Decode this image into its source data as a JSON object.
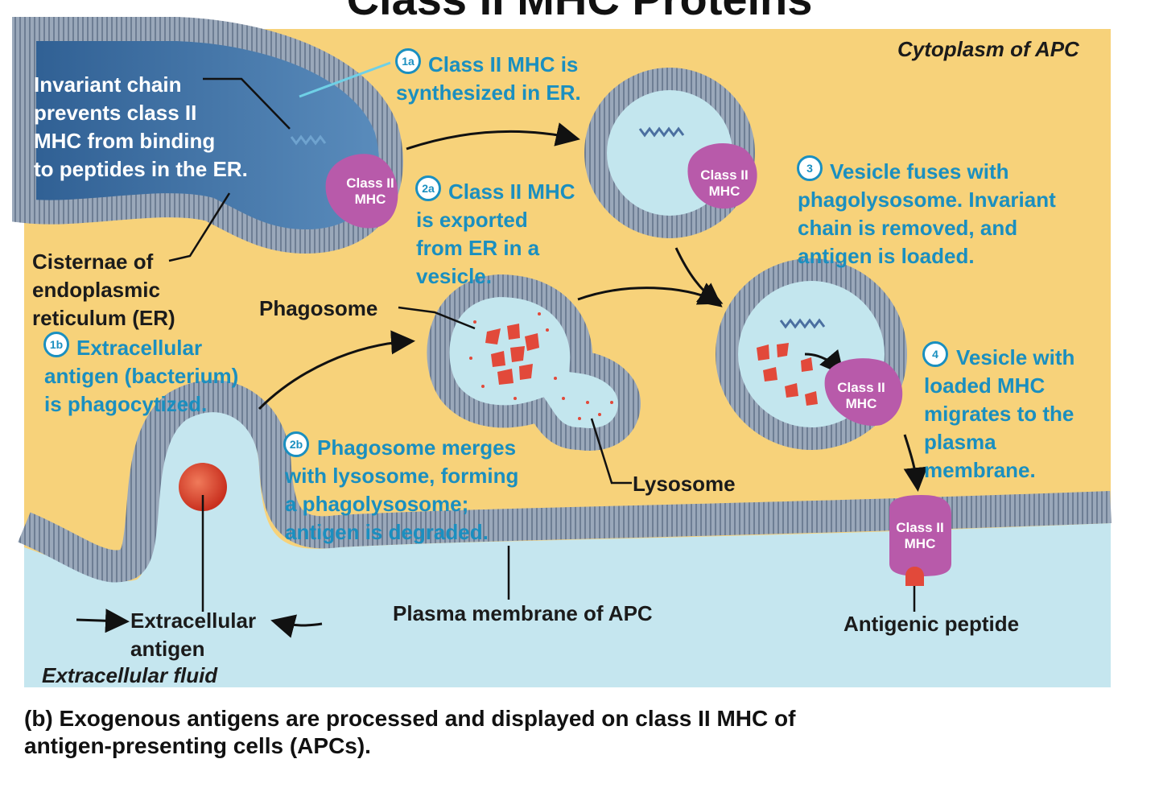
{
  "title": "Class II MHC Proteins",
  "cytoplasm_label": "Cytoplasm of APC",
  "extracellular_fluid_label": "Extracellular fluid",
  "invariant_chain_text": "Invariant chain\nprevents class II\nMHC from binding\nto peptides in the ER.",
  "er_label": "Cisternae of\nendoplasmic\nreticulum (ER)",
  "phagosome_label": "Phagosome",
  "lysosome_label": "Lysosome",
  "extracellular_antigen_label": "Extracellular\nantigen",
  "plasma_membrane_label": "Plasma membrane of APC",
  "antigenic_peptide_label": "Antigenic peptide",
  "mhc_label": "Class II\nMHC",
  "steps": [
    {
      "badge": "1a",
      "text": "Class II MHC is\nsynthesized in ER."
    },
    {
      "badge": "1b",
      "text": "Extracellular\nantigen (bacterium)\nis phagocytized."
    },
    {
      "badge": "2a",
      "text": "Class II MHC\nis exported\nfrom ER in a\nvesicle."
    },
    {
      "badge": "2b",
      "text": "Phagosome merges\nwith lysosome, forming\na phagolysosome;\nantigen is degraded."
    },
    {
      "badge": "3",
      "text": "Vesicle fuses with\nphagolysosome. Invariant\nchain is removed, and\nantigen is loaded."
    },
    {
      "badge": "4",
      "text": "Vesicle with\nloaded MHC\nmigrates to the\nplasma\nmembrane."
    }
  ],
  "caption": "(b) Exogenous antigens are processed and displayed on class II MHC of\nantigen-presenting cells (APCs).",
  "colors": {
    "cytoplasm": "#f7d27a",
    "extracellular_fluid": "#c5e6ef",
    "er_lumen": "#3f73a6",
    "vesicle_lumen": "#c3e6ee",
    "membrane": "#8f9db0",
    "mhc": "#b85aaa",
    "antigen": "#e2493a",
    "step_text": "#1a8fc0"
  }
}
